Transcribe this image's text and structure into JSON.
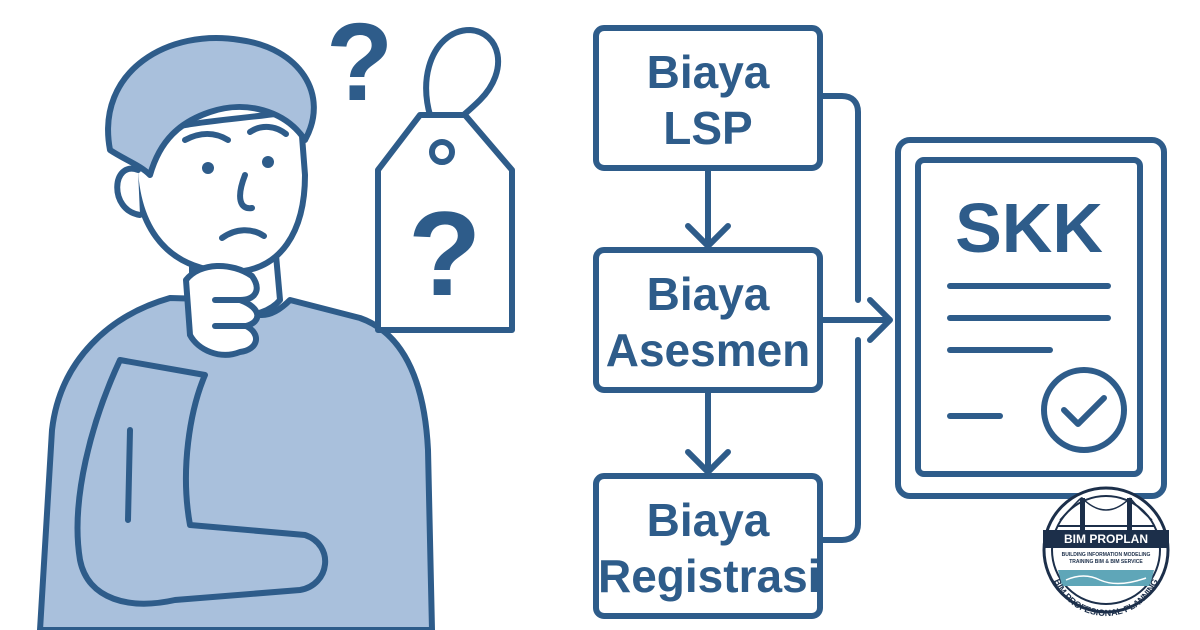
{
  "boxes": [
    {
      "line1": "Biaya",
      "line2": "LSP"
    },
    {
      "line1": "Biaya",
      "line2": "Asesmen"
    },
    {
      "line1": "Biaya",
      "line2": "Registrasi"
    }
  ],
  "document": {
    "title": "SKK"
  },
  "logo": {
    "name": "BIM PROPLAN",
    "subtitle_line1": "BUILDING INFORMATION MODELING",
    "subtitle_line2": "TRAINING BIM & BIM SERVICE",
    "ring_text": "BIM PROFESIONAL PLANNING"
  },
  "colors": {
    "stroke": "#2e5c8a",
    "fill_light": "#a9c0dc",
    "logo_dark": "#1c2f4a",
    "logo_water": "#5fa6b8"
  }
}
